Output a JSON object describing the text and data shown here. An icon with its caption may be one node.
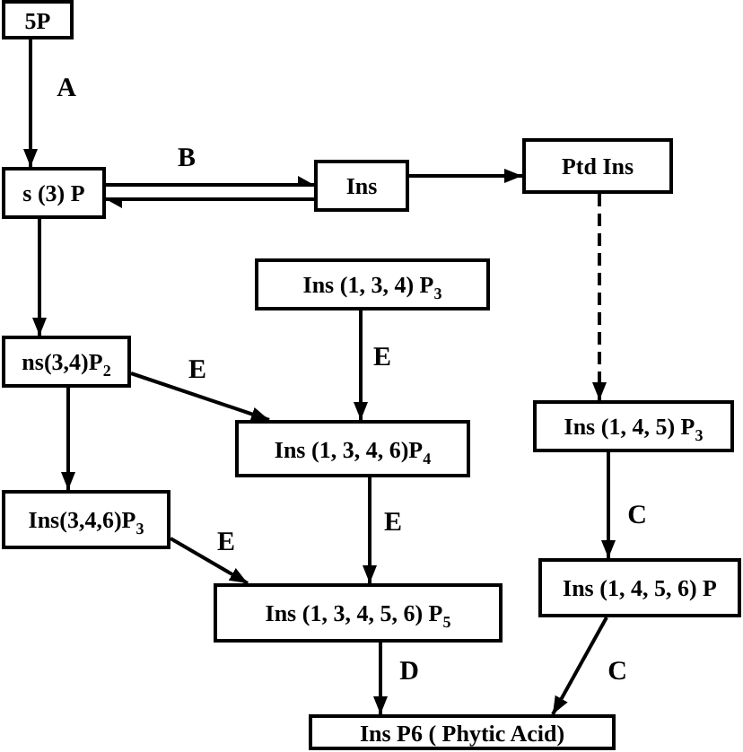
{
  "diagram": {
    "nodes": [
      {
        "text": [
          "5P"
        ]
      },
      {
        "text": [
          "s (3) P"
        ]
      },
      {
        "text": [
          "Ins"
        ]
      },
      {
        "text": [
          "Ptd Ins"
        ]
      },
      {
        "text": [
          "Ins (1, 3, 4) P$_{3}$"
        ]
      },
      {
        "text": [
          "ns(3,4)P$_{2}$"
        ]
      },
      {
        "text": [
          "Ins (1, 3, 4, 6)P$_{4}$"
        ]
      },
      {
        "text": [
          "Ins (1, 4, 5) P$_{3}$"
        ]
      },
      {
        "text": [
          "Ins(3,4,6)P$_{3}$"
        ]
      },
      {
        "text": [
          "Ins (1, 3, 4, 5, 6) P$_{5}$"
        ]
      },
      {
        "text": [
          "Ins (1, 4, 5, 6) P"
        ]
      },
      {
        "text": [
          "Ins P6 ( Phytic Acid)"
        ]
      }
    ],
    "edges": [
      {
        "from": 0,
        "to": 1,
        "arrow": "to",
        "label": "A"
      },
      {
        "from": 1,
        "to": 2,
        "arrow": "to",
        "label": "B"
      },
      {
        "from": 2,
        "to": 1,
        "arrow": "to"
      },
      {
        "from": 2,
        "to": 3,
        "arrow": "to"
      },
      {
        "from": 3,
        "to": 7,
        "arrow": "to",
        "style": "dashed"
      },
      {
        "from": 1,
        "to": 5,
        "arrow": "to"
      },
      {
        "from": 4,
        "to": 6,
        "arrow": "to",
        "label": "E"
      },
      {
        "from": 5,
        "to": 6,
        "arrow": "to",
        "label": "E"
      },
      {
        "from": 5,
        "to": 8,
        "arrow": "to"
      },
      {
        "from": 6,
        "to": 9,
        "arrow": "to",
        "label": "E"
      },
      {
        "from": 8,
        "to": 9,
        "arrow": "to",
        "label": "E"
      },
      {
        "from": 7,
        "to": 10,
        "arrow": "to",
        "label": "C"
      },
      {
        "from": 10,
        "to": 11,
        "arrow": "to",
        "label": "C"
      },
      {
        "from": 9,
        "to": 11,
        "arrow": "to",
        "label": "D"
      }
    ]
  }
}
